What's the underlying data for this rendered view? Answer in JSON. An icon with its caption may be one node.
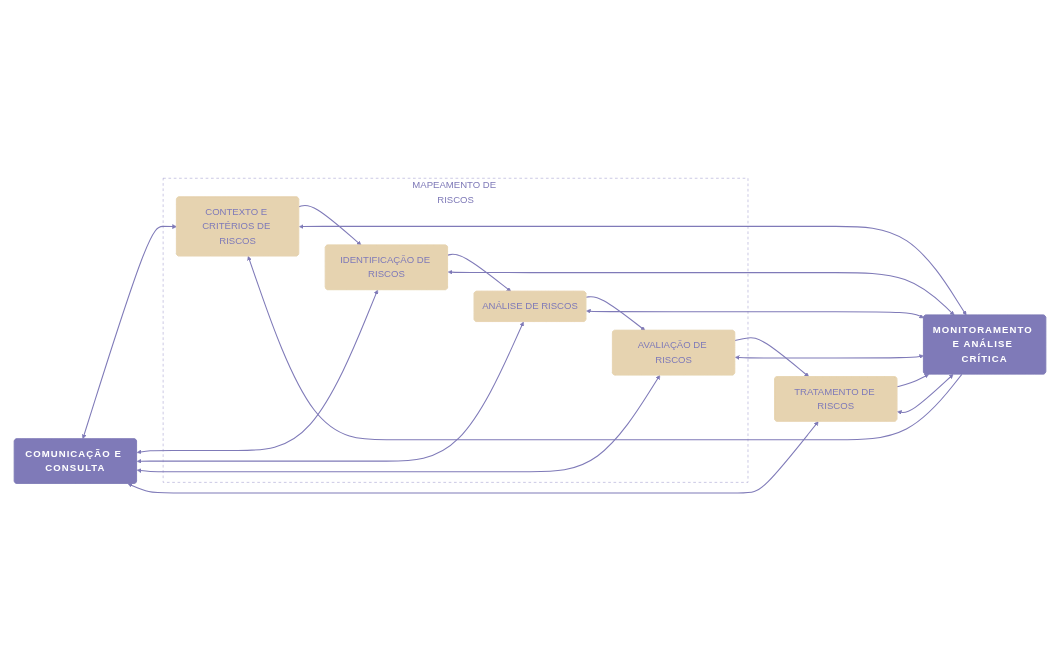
{
  "diagram": {
    "nodes": [
      {
        "text": [
          "COMUNICAÇÃO E CONSULTA"
        ]
      },
      {
        "text": [
          "MAPEAMENTO DE RISCOS"
        ]
      },
      {
        "text": [
          "CONTEXTO E CRITÉRIOS DE RISCOS"
        ],
        "in": 1
      },
      {
        "text": [
          "IDENTIFICAÇÃO DE RISCOS"
        ],
        "in": 1
      },
      {
        "text": [
          "ANÁLISE DE RISCOS"
        ],
        "in": 1
      },
      {
        "text": [
          "AVALIAÇÃO DE RISCOS"
        ],
        "in": 1
      },
      {
        "text": [
          "TRATAMENTO DE RISCOS"
        ]
      },
      {
        "text": [
          "MONITORAMENTO E ANÁLISE CRÍTICA"
        ]
      }
    ],
    "edges": [
      {
        "from": 7,
        "to": 2,
        "arrow": "to"
      },
      {
        "from": 2,
        "to": 3,
        "arrow": "to"
      },
      {
        "from": 3,
        "to": 4,
        "arrow": "to"
      },
      {
        "from": 4,
        "to": 5,
        "arrow": "to"
      },
      {
        "from": 5,
        "to": 6,
        "arrow": "to"
      },
      {
        "from": 6,
        "to": 7,
        "arrow": "to"
      },
      {
        "from": 0,
        "to": 2,
        "arrow": "both"
      },
      {
        "from": 0,
        "to": 3,
        "arrow": "both"
      },
      {
        "from": 0,
        "to": 4,
        "arrow": "both"
      },
      {
        "from": 0,
        "to": 5,
        "arrow": "both"
      },
      {
        "from": 0,
        "to": 6,
        "arrow": "both"
      },
      {
        "from": 2,
        "to": 7,
        "arrow": "both"
      },
      {
        "from": 3,
        "to": 7,
        "arrow": "both"
      },
      {
        "from": 4,
        "to": 7,
        "arrow": "both"
      },
      {
        "from": 5,
        "to": 7,
        "arrow": "both"
      },
      {
        "from": 6,
        "to": 7,
        "arrow": "both"
      }
    ]
  }
}
